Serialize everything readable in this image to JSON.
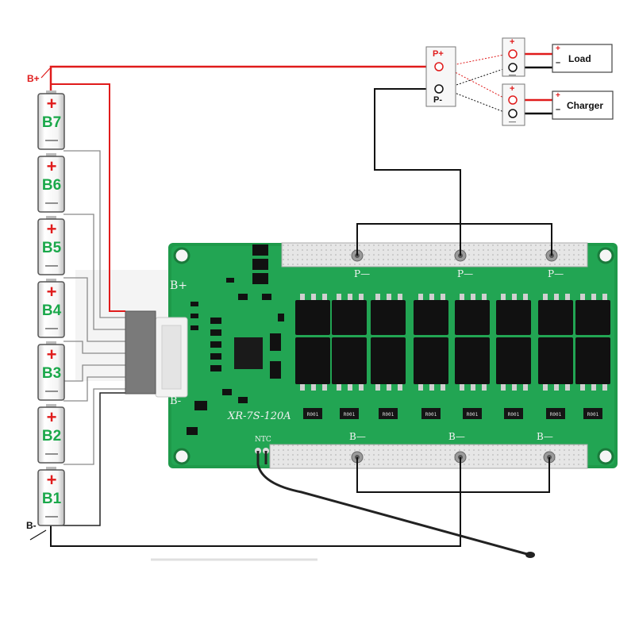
{
  "battery": {
    "positive_label": "B+",
    "negative_label": "B-",
    "plus_sign": "+",
    "minus_sign": "—",
    "cells": [
      "B7",
      "B6",
      "B5",
      "B4",
      "B3",
      "B2",
      "B1"
    ]
  },
  "terminals": {
    "p_plus": "P+",
    "p_minus": "P-",
    "plus_sign": "+",
    "minus_sign": "—"
  },
  "devices": {
    "load": "Load",
    "charger": "Charger",
    "plus": "+",
    "minus": "–"
  },
  "pcb": {
    "model": "XR-7S-120A",
    "b_plus": "B+",
    "b_minus_pad": "B-",
    "ntc": "NTC",
    "p_minus_left": "P—",
    "p_minus_mid": "P—",
    "p_minus_right": "P—",
    "b_minus_left": "B—",
    "b_minus_mid": "B—",
    "b_minus_right": "B—",
    "resistor_code": "R001"
  },
  "colors": {
    "positive_wire": "#e01b1b",
    "negative_wire": "#111111",
    "balance_wire": "#8a8a8a",
    "pcb_green": "#1e9a4a",
    "cell_label": "#1aa84a"
  }
}
